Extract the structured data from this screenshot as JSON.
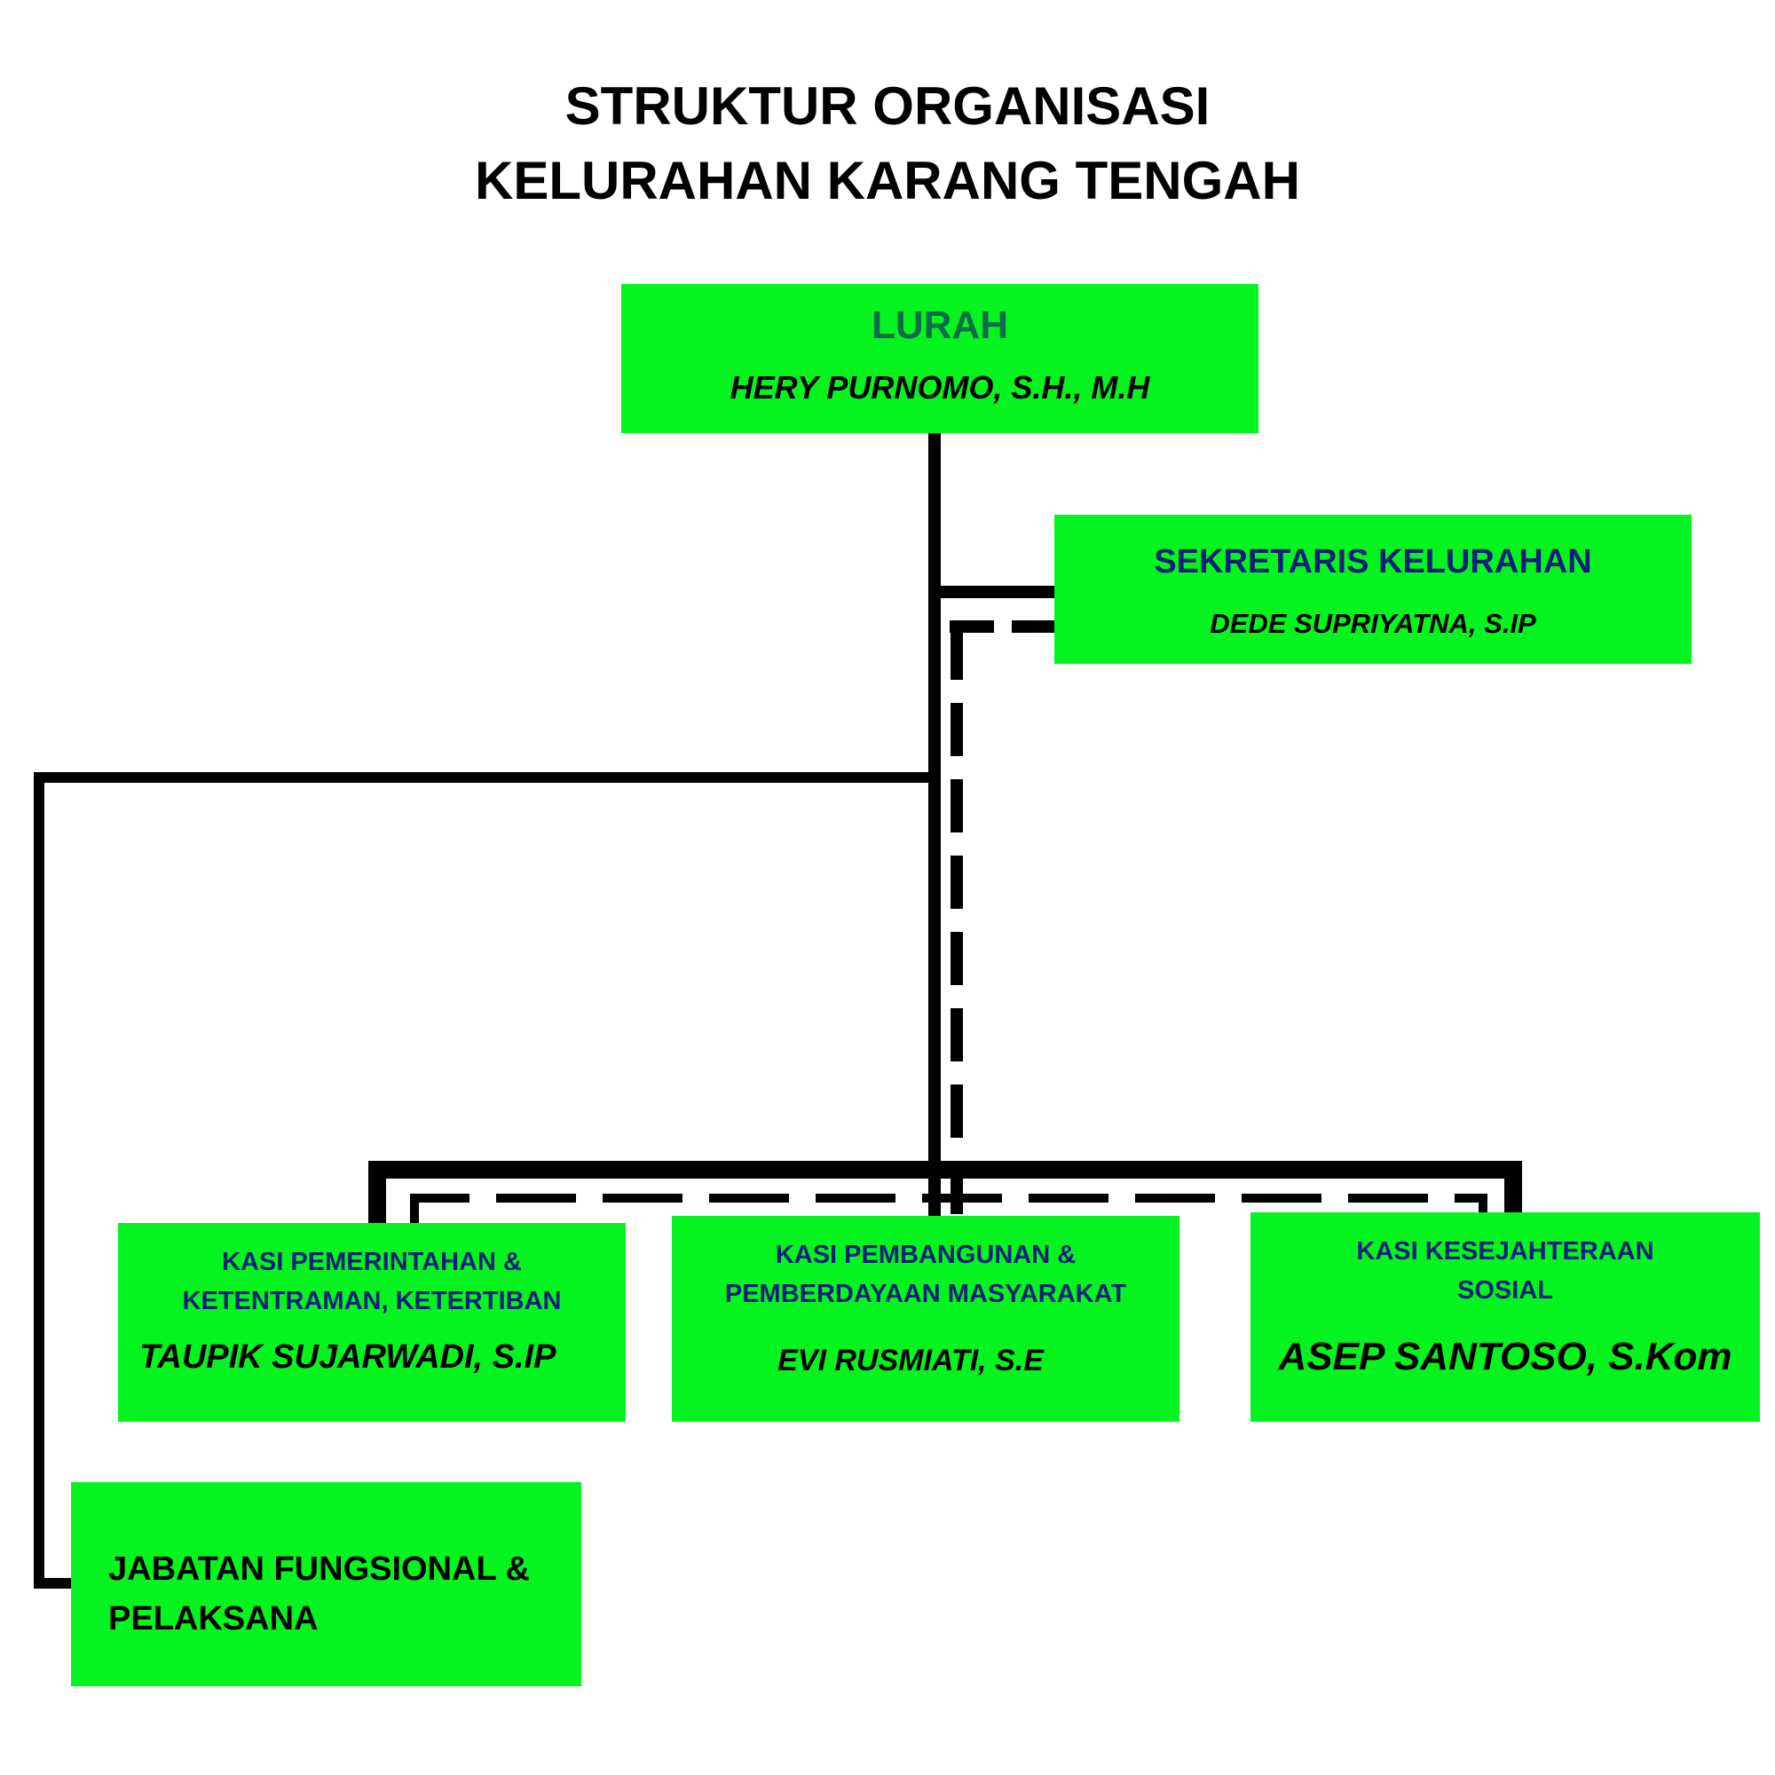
{
  "title": {
    "line1": "STRUKTUR ORGANISASI",
    "line2": "KELURAHAN KARANG TENGAH"
  },
  "lurah": {
    "role": "LURAH",
    "name": "HERY PURNOMO, S.H., M.H"
  },
  "sekretaris": {
    "role": "SEKRETARIS KELURAHAN",
    "name": "DEDE SUPRIYATNA, S.IP"
  },
  "kasi": [
    {
      "role_line1": "KASI PEMERINTAHAN &",
      "role_line2": "KETENTRAMAN, KETERTIBAN",
      "name": "TAUPIK SUJARWADI, S.IP"
    },
    {
      "role_line1": "KASI PEMBANGUNAN &",
      "role_line2": "PEMBERDAYAAN MASYARAKAT",
      "name": "EVI RUSMIATI, S.E"
    },
    {
      "role_line1": "KASI KESEJAHTERAAN",
      "role_line2": "SOSIAL",
      "name": "ASEP SANTOSO, S.Kom"
    }
  ],
  "jabatan": {
    "line1": "JABATAN FUNGSIONAL &",
    "line2": "PELAKSANA"
  },
  "colors": {
    "box_fill": "#05f41f",
    "role_text": "#0f1f7a",
    "lurah_role_text": "#0d6b4a",
    "connector": "#000000"
  }
}
